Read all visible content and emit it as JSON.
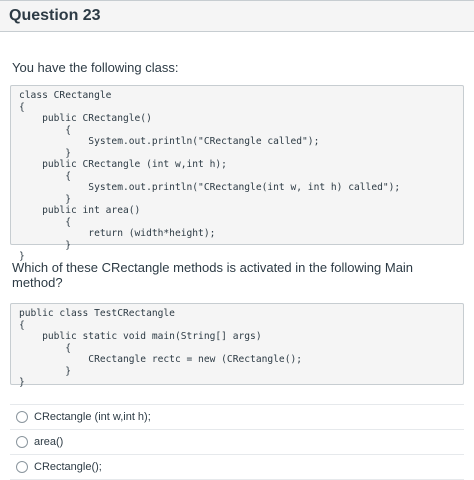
{
  "question": {
    "title": "Question 23"
  },
  "prompt1": "You have the following class:",
  "code1": "class CRectangle\n{\n    public CRectangle()\n        {\n            System.out.println(\"CRectangle called\");\n        }\n    public CRectangle (int w,int h);\n        {\n            System.out.println(\"CRectangle(int w, int h) called\");\n        }\n    public int area()\n        {\n            return (width*height);\n        }\n}",
  "prompt2": "Which of these CRectangle methods is activated in the following Main method?",
  "code2": "public class TestCRectangle\n{\n    public static void main(String[] args)\n        {\n            CRectangle rectc = new (CRectangle();\n        }\n}",
  "answers": [
    {
      "label": "CRectangle (int w,int h);"
    },
    {
      "label": "area()"
    },
    {
      "label": "CRectangle();"
    }
  ]
}
